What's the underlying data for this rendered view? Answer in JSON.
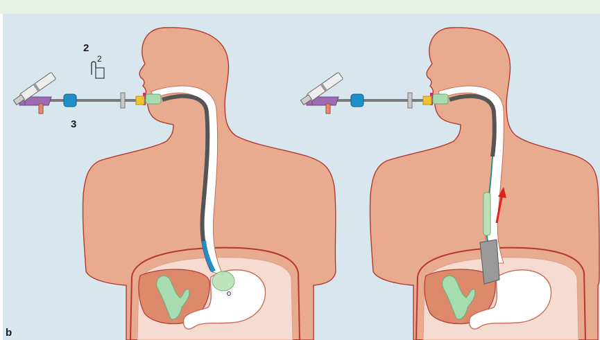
{
  "labels": {
    "num_2": "2",
    "num_2_boxed": "2",
    "num_3": "3",
    "panel_letter": "b"
  },
  "colors": {
    "background": "#d8e6ee",
    "skin": "#e8ab8f",
    "skin_outline": "#b5382e",
    "tube": "#555555",
    "mouthpiece": "#a6dcaf",
    "balloon": "#b9e3b5",
    "arrow": "#e0201c",
    "connector_blue": "#1f8fc9",
    "connector_purple": "#9d6bb2",
    "connector_yellow": "#f1c232"
  },
  "icons": [
    "syringe-icon",
    "stopcock-icon",
    "red-arrow-icon"
  ]
}
